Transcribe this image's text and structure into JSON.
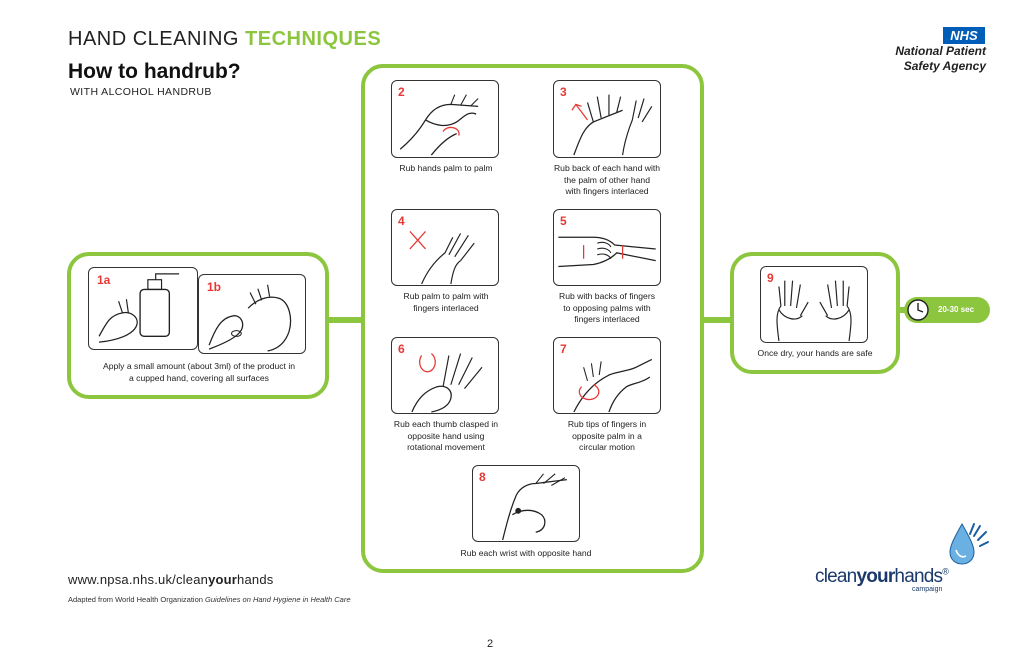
{
  "header": {
    "title_part1": "HAND CLEANING ",
    "title_part2": "TECHNIQUES",
    "subtitle": "How to handrub?",
    "tagline": "WITH ALCOHOL HANDRUB"
  },
  "org": {
    "nhs_badge": "NHS",
    "line1": "National Patient",
    "line2": "Safety Agency"
  },
  "steps": {
    "s1a": {
      "num": "1a"
    },
    "s1b": {
      "num": "1b"
    },
    "s1_caption_l1": "Apply a small amount (about 3ml) of the product in",
    "s1_caption_l2": "a cupped hand, covering all surfaces",
    "s2": {
      "num": "2",
      "cap_l1": "Rub hands palm to palm"
    },
    "s3": {
      "num": "3",
      "cap_l1": "Rub back of each hand with",
      "cap_l2": "the palm of other hand",
      "cap_l3": "with fingers interlaced"
    },
    "s4": {
      "num": "4",
      "cap_l1": "Rub palm to palm with",
      "cap_l2": "fingers interlaced"
    },
    "s5": {
      "num": "5",
      "cap_l1": "Rub with backs of fingers",
      "cap_l2": "to opposing palms with",
      "cap_l3": "fingers interlaced"
    },
    "s6": {
      "num": "6",
      "cap_l1": "Rub each thumb clasped in",
      "cap_l2": "opposite hand using",
      "cap_l3": "rotational movement"
    },
    "s7": {
      "num": "7",
      "cap_l1": "Rub tips of fingers in",
      "cap_l2": "opposite palm in a",
      "cap_l3": "circular motion"
    },
    "s8": {
      "num": "8",
      "cap_l1": "Rub each wrist with opposite hand"
    },
    "s9": {
      "num": "9",
      "cap_l1": "Once dry, your hands are safe"
    }
  },
  "timer": {
    "label": "20-30 sec",
    "icon": "clock-icon"
  },
  "footer": {
    "url_part1": "www.npsa.nhs.uk/clean",
    "url_part2": "your",
    "url_part3": "hands",
    "adapted_prefix": "Adapted from World Health Organization ",
    "adapted_italic": "Guidelines on Hand Hygiene in Health Care",
    "page_number": "2"
  },
  "logo": {
    "part1": "clean",
    "part2": "your",
    "part3": "hands",
    "reg": "®",
    "sub": "campaign",
    "icon": "water-drop-hands-icon"
  },
  "colors": {
    "green": "#8cc63f",
    "red": "#e53935",
    "nhs_blue": "#005eb8",
    "logo_navy": "#1b3a6b"
  }
}
